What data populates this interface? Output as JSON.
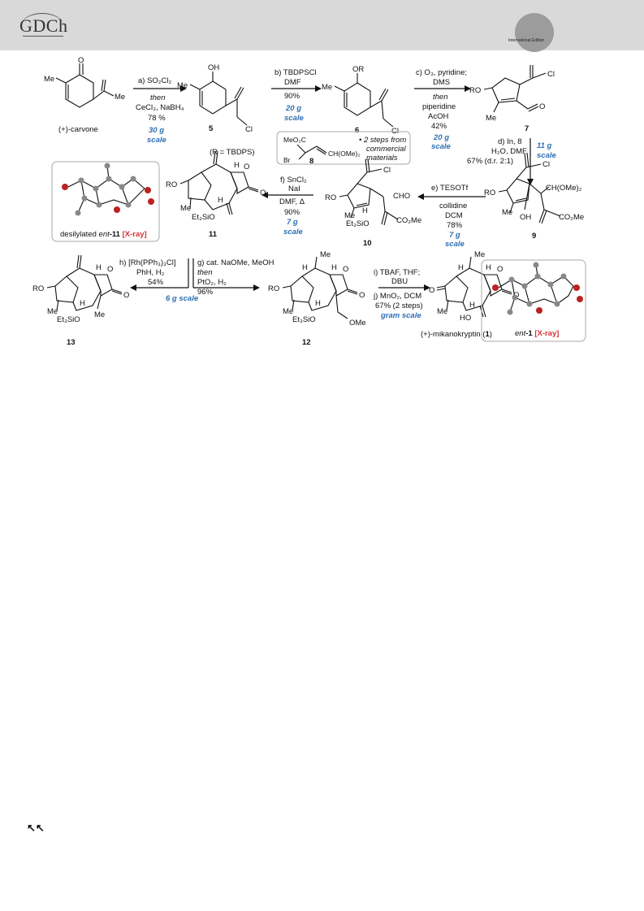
{
  "header": {
    "logo": "GDCh",
    "edition": "International Edition"
  },
  "scheme": {
    "s1": {
      "reag": "a) SO₂Cl₂",
      "then": "then",
      "r2": "CeCl₃, NaBH₄",
      "yield": "78 %",
      "scale1": "30 g",
      "scale2": "scale"
    },
    "s2": {
      "reag": "b) TBDPSCl",
      "r2": "DMF",
      "yield": "90%",
      "scale1": "20 g",
      "scale2": "scale"
    },
    "s3": {
      "reag": "c) O₃, pyridine;",
      "r2": "DMS",
      "then": "then",
      "r3": "piperidine",
      "r4": "AcOH",
      "yield": "42%",
      "scale1": "20 g",
      "scale2": "scale"
    },
    "s4": {
      "reag": "d) In, 8",
      "r2": "H₂O, DMF",
      "yield": "67% (d.r. 2:1)",
      "scale1": "11 g",
      "scale2": "scale"
    },
    "s5": {
      "reag": "e) TESOTf",
      "r2": "collidine",
      "r3": "DCM",
      "yield": "78%",
      "scale1": "7 g",
      "scale2": "scale"
    },
    "s6": {
      "reag": "f) SnCl₂",
      "r2": "NaI",
      "r3": "DMF, Δ",
      "yield": "90%",
      "scale1": "7 g",
      "scale2": "scale"
    },
    "s7": {
      "reag": "h) [Rh(PPh₃)₃Cl]",
      "r2": "PhH, H₂",
      "yield": "54%"
    },
    "s8": {
      "reag": "g) cat. NaOMe, MeOH",
      "then": "then",
      "r2": "PtO₂, H₂",
      "yield": "96%"
    },
    "s78scale": "6 g scale",
    "s9": {
      "reag": "i) TBAF, THF;",
      "r2": "DBU",
      "r3": "j) MnO₂, DCM",
      "yield": "67% (2 steps)",
      "scale": "gram scale"
    },
    "reagent8": {
      "label": "8",
      "ester": "MeO₂C",
      "br": "Br",
      "acetal": "CH(OMe)₂",
      "note1": "• 2 steps from",
      "note2": "commercial",
      "note3": "materials"
    },
    "labels": {
      "carvone": "(+)-carvone",
      "c5": "5",
      "c6": "6",
      "c7": "7",
      "c9": "9",
      "c10": "10",
      "c11": "11",
      "c12": "12",
      "c13": "13",
      "rdef": "(R = TBDPS)",
      "mik": "(+)-mikanokryptin (",
      "mikn": "1",
      "mikc": ")",
      "xray1a": "desilylated ",
      "xray1b": "ent",
      "xray1c": "-11 ",
      "xray1d": "[X-ray]",
      "xray2b": "ent",
      "xray2c": "-1 ",
      "xray2d": "[X-ray]"
    },
    "atoms": {
      "me": "Me",
      "o": "O",
      "oh": "OH",
      "or": "OR",
      "ro": "RO",
      "cl": "Cl",
      "h": "H",
      "cho": "CHO",
      "co2me": "CO₂Me",
      "ome": "OMe",
      "ch_ome2": "CH(OMe)₂",
      "et3sio": "Et₃SiO",
      "ho": "HO"
    }
  },
  "footer": {
    "back": "↖↖"
  }
}
